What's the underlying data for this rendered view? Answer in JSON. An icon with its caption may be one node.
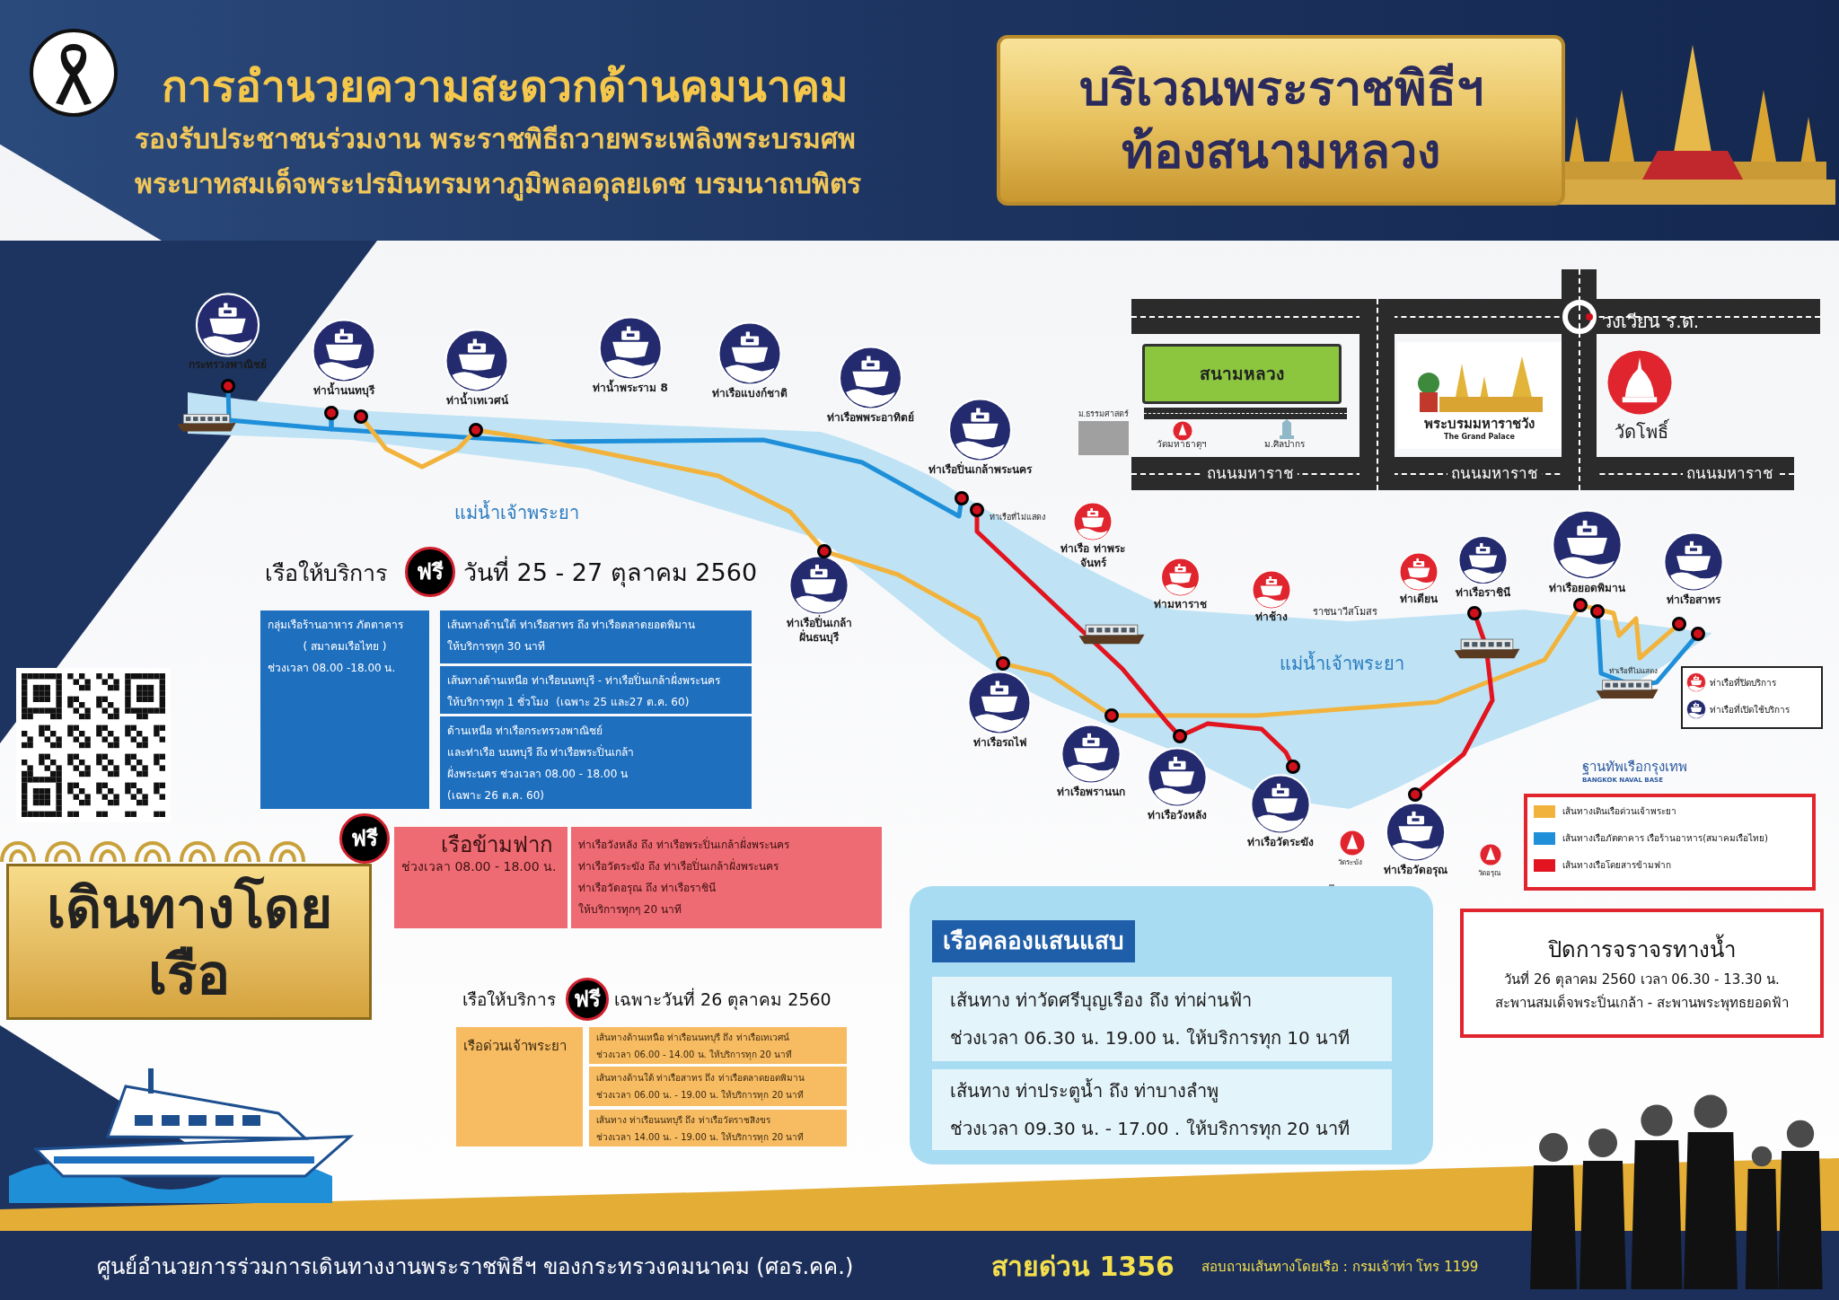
{
  "diagram": {
    "title": "การอำนวยความสะดวกด้านคมนาคม",
    "nodes": [
      {
        "text": [
          "บริเวณพระราชพิธีฯ ท้องสนามหลวง"
        ]
      },
      {
        "text": [
          "เดินทางโดยเรือ"
        ]
      },
      {
        "text": [
          "กระทรวงพาณิชย์"
        ]
      },
      {
        "text": [
          "ท่าน้ำนนทบุรี"
        ]
      },
      {
        "text": [
          "ท่าน้ำเทเวศน์"
        ]
      },
      {
        "text": [
          "ท่าน้ำพระราม 8"
        ]
      },
      {
        "text": [
          "ท่าเรือแบงก์ชาติ"
        ]
      },
      {
        "text": [
          "ท่าเรือพพระอาทิตย์"
        ]
      },
      {
        "text": [
          "ท่าเรือปิ่นเกล้าพระนคร"
        ]
      },
      {
        "text": [
          "ท่าเรือปิ่นเกล้า ฝั่นธนบุรี"
        ]
      },
      {
        "text": [
          "ท่าเรือรถไฟ"
        ]
      },
      {
        "text": [
          "ท่าเรือพรานนก"
        ]
      },
      {
        "text": [
          "ท่าเรือวังหลัง"
        ]
      },
      {
        "text": [
          "ท่าเรือวัดระฆัง"
        ]
      },
      {
        "text": [
          "ท่าเรือวัดอรุณ"
        ]
      },
      {
        "text": [
          "ท่าเรือราชินี"
        ]
      },
      {
        "text": [
          "ท่าเรือยอดพิมาน"
        ]
      },
      {
        "text": [
          "ท่าเรือสาทร"
        ]
      },
      {
        "text": [
          "ท่าเรือ ท่าพระจันทร์"
        ]
      },
      {
        "text": [
          "ท่ามหาราช"
        ]
      },
      {
        "text": [
          "ท่าช้าง"
        ]
      },
      {
        "text": [
          "ท่าเตียน"
        ]
      },
      {
        "text": [],
        "shape": "circle"
      },
      {
        "text": [],
        "shape": "circle"
      },
      {
        "text": [],
        "shape": "circle"
      },
      {
        "text": [],
        "shape": "circle"
      },
      {
        "text": [],
        "shape": "circle"
      },
      {
        "text": [],
        "shape": "circle"
      },
      {
        "text": [],
        "shape": "circle"
      },
      {
        "text": [],
        "shape": "circle"
      },
      {
        "text": [],
        "shape": "circle"
      },
      {
        "text": [],
        "shape": "circle"
      },
      {
        "text": [],
        "shape": "circle"
      },
      {
        "text": [],
        "shape": "circle"
      },
      {
        "text": [],
        "shape": "circle"
      },
      {
        "text": [],
        "shape": "circle"
      },
      {
        "text": [],
        "shape": "circle"
      },
      {
        "text": [],
        "shape": "circle"
      },
      {
        "text": [],
        "shape": "circle"
      },
      {
        "text": [
          "สนามหลวง"
        ]
      },
      {
        "text": [
          "พระบรมมหาราชวัง",
          "The Grand Palace"
        ]
      },
      {
        "text": [
          "ม.ธรรมศาสตร์"
        ]
      },
      {
        "text": [
          "ฟรี"
        ]
      },
      {
        "text": [
          "กลุ่มเรือร้านอาหาร ภัตตาคาร",
          "( สมาคมเรือไทย )",
          "ช่วงเวลา 08.00 -18.00 น."
        ]
      },
      {
        "text": [
          "เส้นทางด้านใต้ ท่าเรือสาทร ถึง ท่าเรือตลาดยอดพิมาน",
          "ให้บริการทุก 30 นาที"
        ]
      },
      {
        "text": [
          "เส้นทางด้านเหนือ ท่าเรือนนทบุรี - ท่าเรือปิ่นเกล้าฝั่งพระนคร",
          "ให้บริการทุก 1 ชั่วโมง",
          "(เฉพาะ 25 และ27 ต.ค. 60)"
        ]
      },
      {
        "text": [
          "ด้านเหนือ ท่าเรือกระทรวงพาณิชย์",
          "และท่าเรือ นนทบุรี ถึง ท่าเรือพระปิ่นเกล้า",
          "ฝั่งพระนคร ช่วงเวลา 08.00 - 18.00 น",
          "(เฉพาะ 26 ต.ค. 60)"
        ]
      },
      {
        "text": [
          "ฟรี"
        ]
      },
      {
        "text": [
          "เรือข้ามฟาก",
          "ช่วงเวลา 08.00 - 18.00 น."
        ]
      },
      {
        "text": [
          "ท่าเรือวังหลัง ถึง ท่าเรือพระปิ่นเกล้าฝั่งพระนคร",
          "ท่าเรือวัดระฆัง ถึง ท่าเรือปิ่นเกล้าฝั่งพระนคร",
          "ท่าเรือวัดอรุณ ถึง ท่าเรือราชินี",
          "ให้บริการทุกๆ 20 นาที"
        ]
      },
      {
        "text": [
          "ฟรี"
        ]
      },
      {
        "text": [
          "เรือด่วนเจ้าพระยา"
        ]
      },
      {
        "text": [
          "เส้นทางด้านเหนือ ท่าเรือนนทบุรี ถึง ท่าเรือเทเวศน์",
          "ช่วงเวลา 06.00 - 14.00 น. ให้บริการทุก 20 นาที"
        ]
      },
      {
        "text": [
          "เส้นทางด้านใต้ ท่าเรือสาทร ถึง ท่าเรือตลาดยอดพิมาน",
          "ช่วงเวลา 06.00 น. - 19.00 น. ให้บริการทุก 20 นาที"
        ]
      },
      {
        "text": [
          "เส้นทาง ท่าเรือนนทบุรี ถึง ท่าเรือวัดราชสิงขร",
          "ช่วงเวลา 14.00 น. - 19.00 น. ให้บริการทุก 20 นาที"
        ]
      },
      {
        "text": [
          "เรือคลองแสนแสบ"
        ]
      },
      {
        "text": [
          "เส้นทาง ท่าวัดศรีบุญเรือง ถึง ท่าผ่านฟ้า",
          "ช่วงเวลา 06.30 น. 19.00 น. ให้บริการทุก 10 นาที"
        ],
        "in": 55
      },
      {
        "text": [
          "เส้นทาง ท่าประตูน้ำ ถึง ท่าบางลำพู",
          "ช่วงเวลา 09.30 น. - 17.00 . ให้บริการทุก 20 นาที"
        ],
        "in": 55
      },
      {
        "text": [
          "ปิดการจราจรทางน้ำ",
          "วันที่ 26 ตุลาคม 2560 เวลา 06.30 - 13.30 น.",
          "สะพานสมเด็จพระปิ่นเกล้า - สะพานพระพุทธยอดฟ้า"
        ]
      }
    ],
    "edges": [
      {
        "from": 22,
        "to": 23,
        "arrow": "none",
        "color": "#1e8fd8"
      },
      {
        "from": 23,
        "to": 26,
        "arrow": "none",
        "color": "#1e8fd8"
      },
      {
        "from": 24,
        "to": 25,
        "arrow": "none",
        "color": "#f2b33d"
      },
      {
        "from": 25,
        "to": 28,
        "arrow": "none",
        "color": "#f2b33d"
      },
      {
        "from": 28,
        "to": 29,
        "arrow": "none",
        "color": "#f2b33d"
      },
      {
        "from": 29,
        "to": 30,
        "arrow": "none",
        "color": "#f2b33d"
      },
      {
        "from": 30,
        "to": 35,
        "arrow": "none",
        "color": "#f2b33d"
      },
      {
        "from": 35,
        "to": 37,
        "arrow": "none",
        "color": "#f2b33d"
      },
      {
        "from": 36,
        "to": 38,
        "arrow": "none",
        "color": "#1e8fd8"
      },
      {
        "from": 27,
        "to": 31,
        "arrow": "none",
        "color": "#e1141f"
      },
      {
        "from": 31,
        "to": 32,
        "arrow": "none",
        "color": "#e1141f"
      },
      {
        "from": 33,
        "to": 34,
        "arrow": "none",
        "color": "#e1141f"
      }
    ],
    "labels": [
      "รองรับประชาชนร่วมงาน พระราชพิธีถวายพระเพลิงพระบรมศพ",
      "พระบาทสมเด็จพระปรมินทรมหาภูมิพลอดุลยเดช บรมนาถบพิตร",
      "แม่น้ำเจ้าพระยา",
      "แม่น้ำเจ้าพระยา",
      "ท่าเรือที่ไม่แสดง",
      "ราชนาวีสโมสร",
      "ท่าเรือที่ไม่แสดง",
      "วัดระฆัง",
      "วัดอรุณ",
      "วงเวียน ร.ด.",
      "วัดโพธิ์",
      "วัดมหาธาตุฯ",
      "ม.ศิลปากร",
      "ถนนมหาราช",
      "ถนนมหาราช",
      "ถนนมหาราช",
      "ฐานทัพเรือกรุงเทพ",
      "BANGKOK NAVAL BASE",
      "เรือให้บริการ",
      "วันที่ 25 - 27 ตุลาคม 2560",
      "เรือให้บริการ",
      "เฉพาะวันที่ 26 ตุลาคม 2560",
      "ศูนย์อำนวยการร่วมการเดินทางงานพระราชพิธีฯ ของกระทรวงคมนาคม (ศอร.คค.)",
      "สายด่วน 1356",
      "สอบถามเส้นทางโดยเรือ : กรมเจ้าท่า โทร 1199"
    ],
    "legend": [
      {
        "text": "ท่าเรือที่ปิดบริการ"
      },
      {
        "text": "ท่าเรือที่เปิดใช้บริการ"
      },
      {
        "text": "เส้นทางเดินเรือด่วนเจ้าพระยา",
        "color": "#f2b33d"
      },
      {
        "text": "เส้นทางเรือภัตตาคาร เรือร้านอาหาร(สมาคมเรือไทย)",
        "color": "#1e8fd8"
      },
      {
        "text": "เส้นทางเรือโดยสารข้ามฟาก",
        "color": "#e1141f"
      }
    ]
  }
}
